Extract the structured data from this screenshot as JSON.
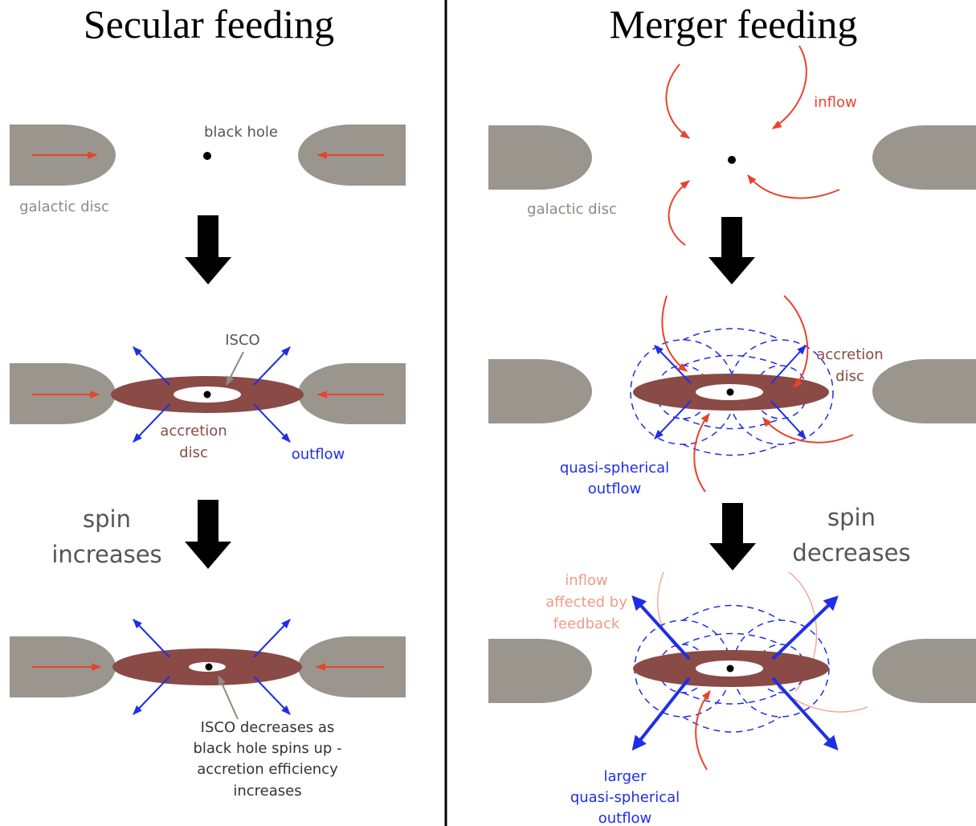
{
  "left": {
    "title": "Secular feeding",
    "black_hole_label": "black hole",
    "galactic_disc_label": "galactic disc",
    "isco_label": "ISCO",
    "accretion_disc_line1": "accretion",
    "accretion_disc_line2": "disc",
    "outflow_label": "outflow",
    "spin_line1": "spin",
    "spin_line2": "increases",
    "isco_note_line1": "ISCO decreases as",
    "isco_note_line2": "black hole spins up -",
    "isco_note_line3": "accretion efficiency",
    "isco_note_line4": "increases"
  },
  "right": {
    "title": "Merger feeding",
    "inflow_label": "inflow",
    "galactic_disc_label": "galactic disc",
    "accretion_disc_line1": "accretion",
    "accretion_disc_line2": "disc",
    "qs_outflow_line1": "quasi-spherical",
    "qs_outflow_line2": "outflow",
    "spin_line1": "spin",
    "spin_line2": "decreases",
    "affected_line1": "inflow",
    "affected_line2": "affected by",
    "affected_line3": "feedback",
    "larger_line1": "larger",
    "larger_line2": "quasi-spherical",
    "larger_line3": "outflow"
  },
  "colors": {
    "galactic_disc": "#9a958d",
    "accretion_disc": "#8a4a45",
    "inflow_arrow": "#e8432c",
    "inflow_faded": "#f1a08f",
    "outflow_arrow": "#1f2ee6",
    "label_grey": "#8e8a84",
    "label_disc": "#8a4a45",
    "label_blue": "#1f2ee6",
    "label_red": "#e8432c",
    "label_faded": "#ee9a88"
  }
}
